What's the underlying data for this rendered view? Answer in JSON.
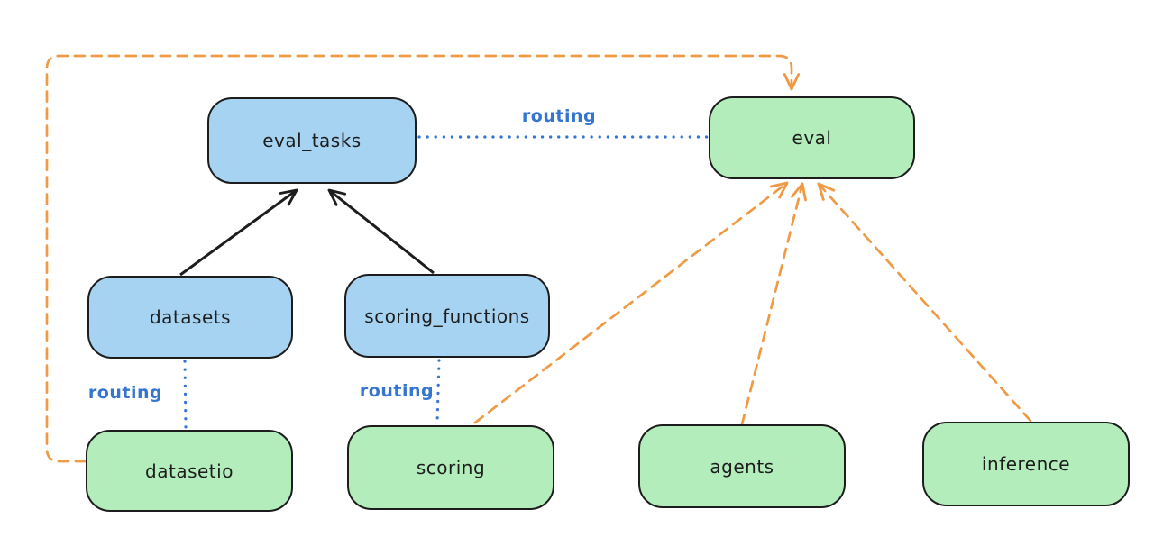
{
  "diagram": {
    "nodes": {
      "eval_tasks": {
        "label": "eval_tasks",
        "fill": "#a7d3f2"
      },
      "eval": {
        "label": "eval",
        "fill": "#b4edbc"
      },
      "datasets": {
        "label": "datasets",
        "fill": "#a7d3f2"
      },
      "scoring_functions": {
        "label": "scoring_functions",
        "fill": "#a7d3f2"
      },
      "datasetio": {
        "label": "datasetio",
        "fill": "#b4edbc"
      },
      "scoring": {
        "label": "scoring",
        "fill": "#b4edbc"
      },
      "agents": {
        "label": "agents",
        "fill": "#b4edbc"
      },
      "inference": {
        "label": "inference",
        "fill": "#b4edbc"
      }
    },
    "edges": [
      {
        "from": "datasets",
        "to": "eval_tasks",
        "style": "solid",
        "color": "#1d1d1d",
        "arrow": true,
        "label": ""
      },
      {
        "from": "scoring_functions",
        "to": "eval_tasks",
        "style": "solid",
        "color": "#1d1d1d",
        "arrow": true,
        "label": ""
      },
      {
        "from": "eval_tasks",
        "to": "eval",
        "style": "dotted",
        "color": "#3575d2",
        "arrow": false,
        "label": "routing"
      },
      {
        "from": "datasets",
        "to": "datasetio",
        "style": "dotted",
        "color": "#3575d2",
        "arrow": false,
        "label": "routing"
      },
      {
        "from": "scoring_functions",
        "to": "scoring",
        "style": "dotted",
        "color": "#3575d2",
        "arrow": false,
        "label": "routing"
      },
      {
        "from": "datasetio",
        "to": "eval",
        "style": "dashed",
        "color": "#ef9a44",
        "arrow": true,
        "label": ""
      },
      {
        "from": "scoring",
        "to": "eval",
        "style": "dashed",
        "color": "#ef9a44",
        "arrow": true,
        "label": ""
      },
      {
        "from": "agents",
        "to": "eval",
        "style": "dashed",
        "color": "#ef9a44",
        "arrow": true,
        "label": ""
      },
      {
        "from": "inference",
        "to": "eval",
        "style": "dashed",
        "color": "#ef9a44",
        "arrow": true,
        "label": ""
      }
    ],
    "colors": {
      "registry_fill": "#a7d3f2",
      "provider_fill": "#b4edbc",
      "node_stroke": "#1d1d1d",
      "routing_blue": "#3575d2",
      "dependency_orange": "#ef9a44",
      "background": "#ffffff"
    }
  }
}
